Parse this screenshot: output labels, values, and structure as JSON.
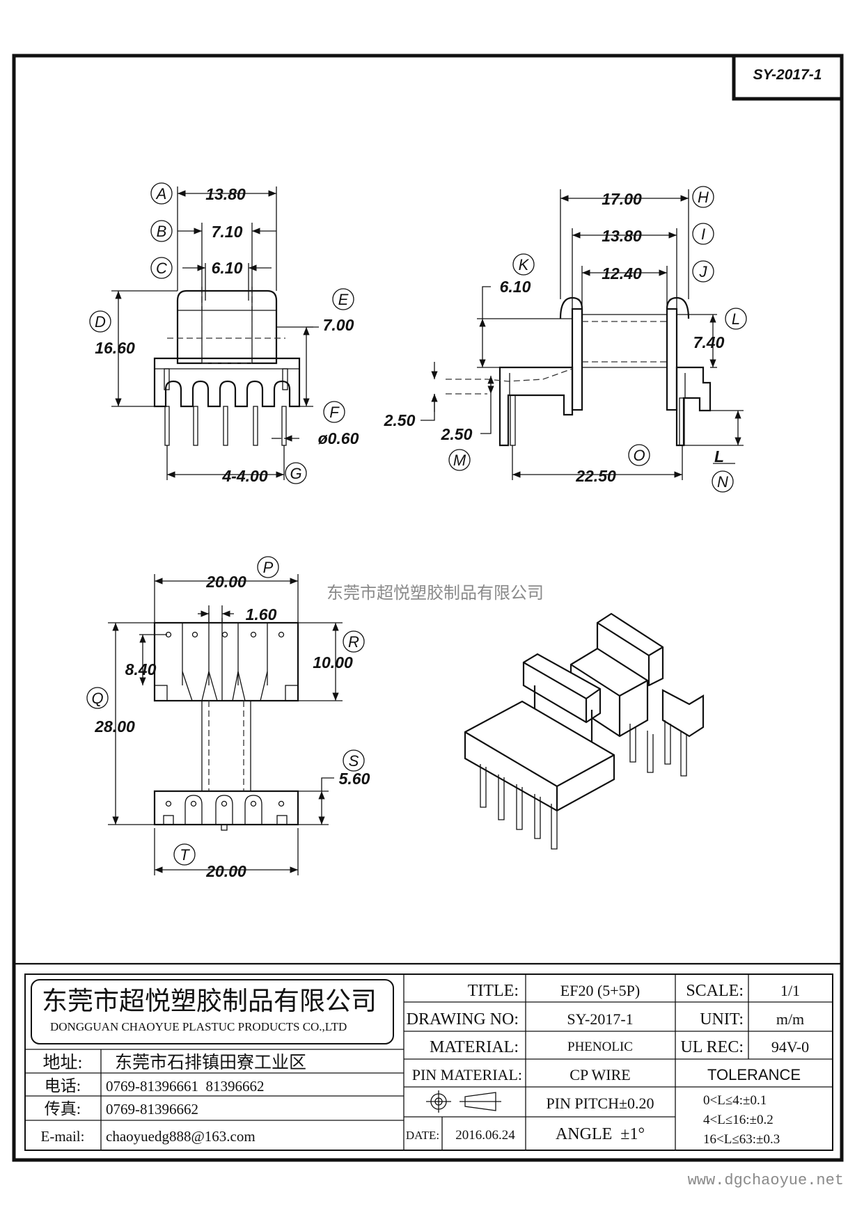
{
  "drawing_code_box": "SY-2017-1",
  "watermark_center": "东莞市超悦塑胶制品有限公司",
  "watermark_site": "www.dgchaoyue.net",
  "colors": {
    "line": "#111111",
    "watermark": "#8a8a8a",
    "background": "#ffffff"
  },
  "front_view": {
    "labels": {
      "a": "A",
      "b": "B",
      "c": "C",
      "d": "D",
      "e": "E",
      "f": "F",
      "g": "G"
    },
    "dims": {
      "a": "13.80",
      "b": "7.10",
      "c": "6.10",
      "d": "16.60",
      "e": "7.00",
      "f": "ø0.60",
      "g": "4-4.00"
    }
  },
  "side_view": {
    "labels": {
      "h": "H",
      "i": "I",
      "j": "J",
      "k": "K",
      "l": "L",
      "m": "M",
      "n": "N",
      "o": "O",
      "l_small": "L"
    },
    "dims": {
      "h": "17.00",
      "i": "13.80",
      "j": "12.40",
      "k": "6.10",
      "l": "7.40",
      "m1": "2.50",
      "m2": "2.50",
      "o": "22.50"
    }
  },
  "top_view": {
    "labels": {
      "p": "P",
      "q": "Q",
      "r": "R",
      "s": "S",
      "t": "T"
    },
    "dims": {
      "p": "20.00",
      "p_inner": "1.60",
      "q_inner": "8.40",
      "q": "28.00",
      "r": "10.00",
      "s": "5.60",
      "t": "20.00"
    }
  },
  "title_block": {
    "company_cn": "东莞市超悦塑胶制品有限公司",
    "company_en": "DONGGUAN CHAOYUE PLASTUC PRODUCTS CO.,LTD",
    "address_label": "地址:",
    "address": "东莞市石排镇田寮工业区",
    "phone_label": "电话:",
    "phone": "0769-81396661  81396662",
    "fax_label": "传真:",
    "fax": "0769-81396662",
    "email_label": "E-mail:",
    "email": "chaoyuedg888@163.com",
    "title_label": "TITLE:",
    "title_value": "EF20 (5+5P)",
    "drawing_no_label": "DRAWING NO:",
    "drawing_no_value": "SY-2017-1",
    "material_label": "MATERIAL:",
    "material_value": "PHENOLIC",
    "pin_material_label": "PIN MATERIAL:",
    "pin_material_value": "CP WIRE",
    "pin_pitch": "PIN PITCH±0.20",
    "date_label": "DATE:",
    "date_value": "2016.06.24",
    "angle": "ANGLE  ±1°",
    "scale_label": "SCALE:",
    "scale_value": "1/1",
    "unit_label": "UNIT:",
    "unit_value": "m/m",
    "ul_label": "UL REC:",
    "ul_value": "94V-0",
    "tolerance_label": "TOLERANCE",
    "tolerance": [
      "0<L≤4:±0.1",
      "4<L≤16:±0.2",
      "16<L≤63:±0.3"
    ]
  }
}
